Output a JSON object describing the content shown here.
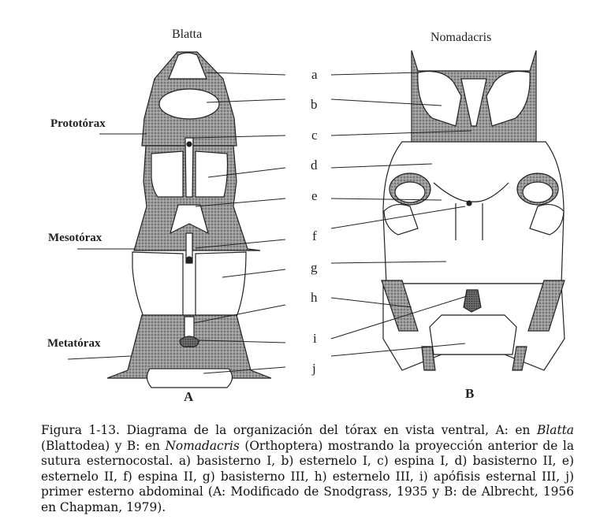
{
  "titles": {
    "a": "Blatta",
    "b": "Nomadacris"
  },
  "regions": [
    "Prototórax",
    "Mesotórax",
    "Metatórax"
  ],
  "letters": [
    "a",
    "b",
    "c",
    "d",
    "e",
    "f",
    "g",
    "h",
    "i",
    "j"
  ],
  "panels": {
    "a": "A",
    "b": "B"
  },
  "caption": {
    "p1": "Figura 1-13. Diagrama de la organización del tórax en vista ventral, A: en ",
    "genus1": "Blatta",
    "p2": " (Blattodea) y B: en ",
    "genus2": "Nomadacris",
    "p3": " (Orthoptera) mostrando la proyección anterior de la sutura esternocostal. a) basisterno I, b) esternelo I, c) espina I, d) basisterno II, e) esternelo II, f) espina II, g) basisterno III, h) esternelo III, i) apófisis esternal III, j) primer esterno abdominal (A: Modificado de Snodgrass, 1935 y B: de Albrecht, 1956 en Chapman, 1979)."
  }
}
